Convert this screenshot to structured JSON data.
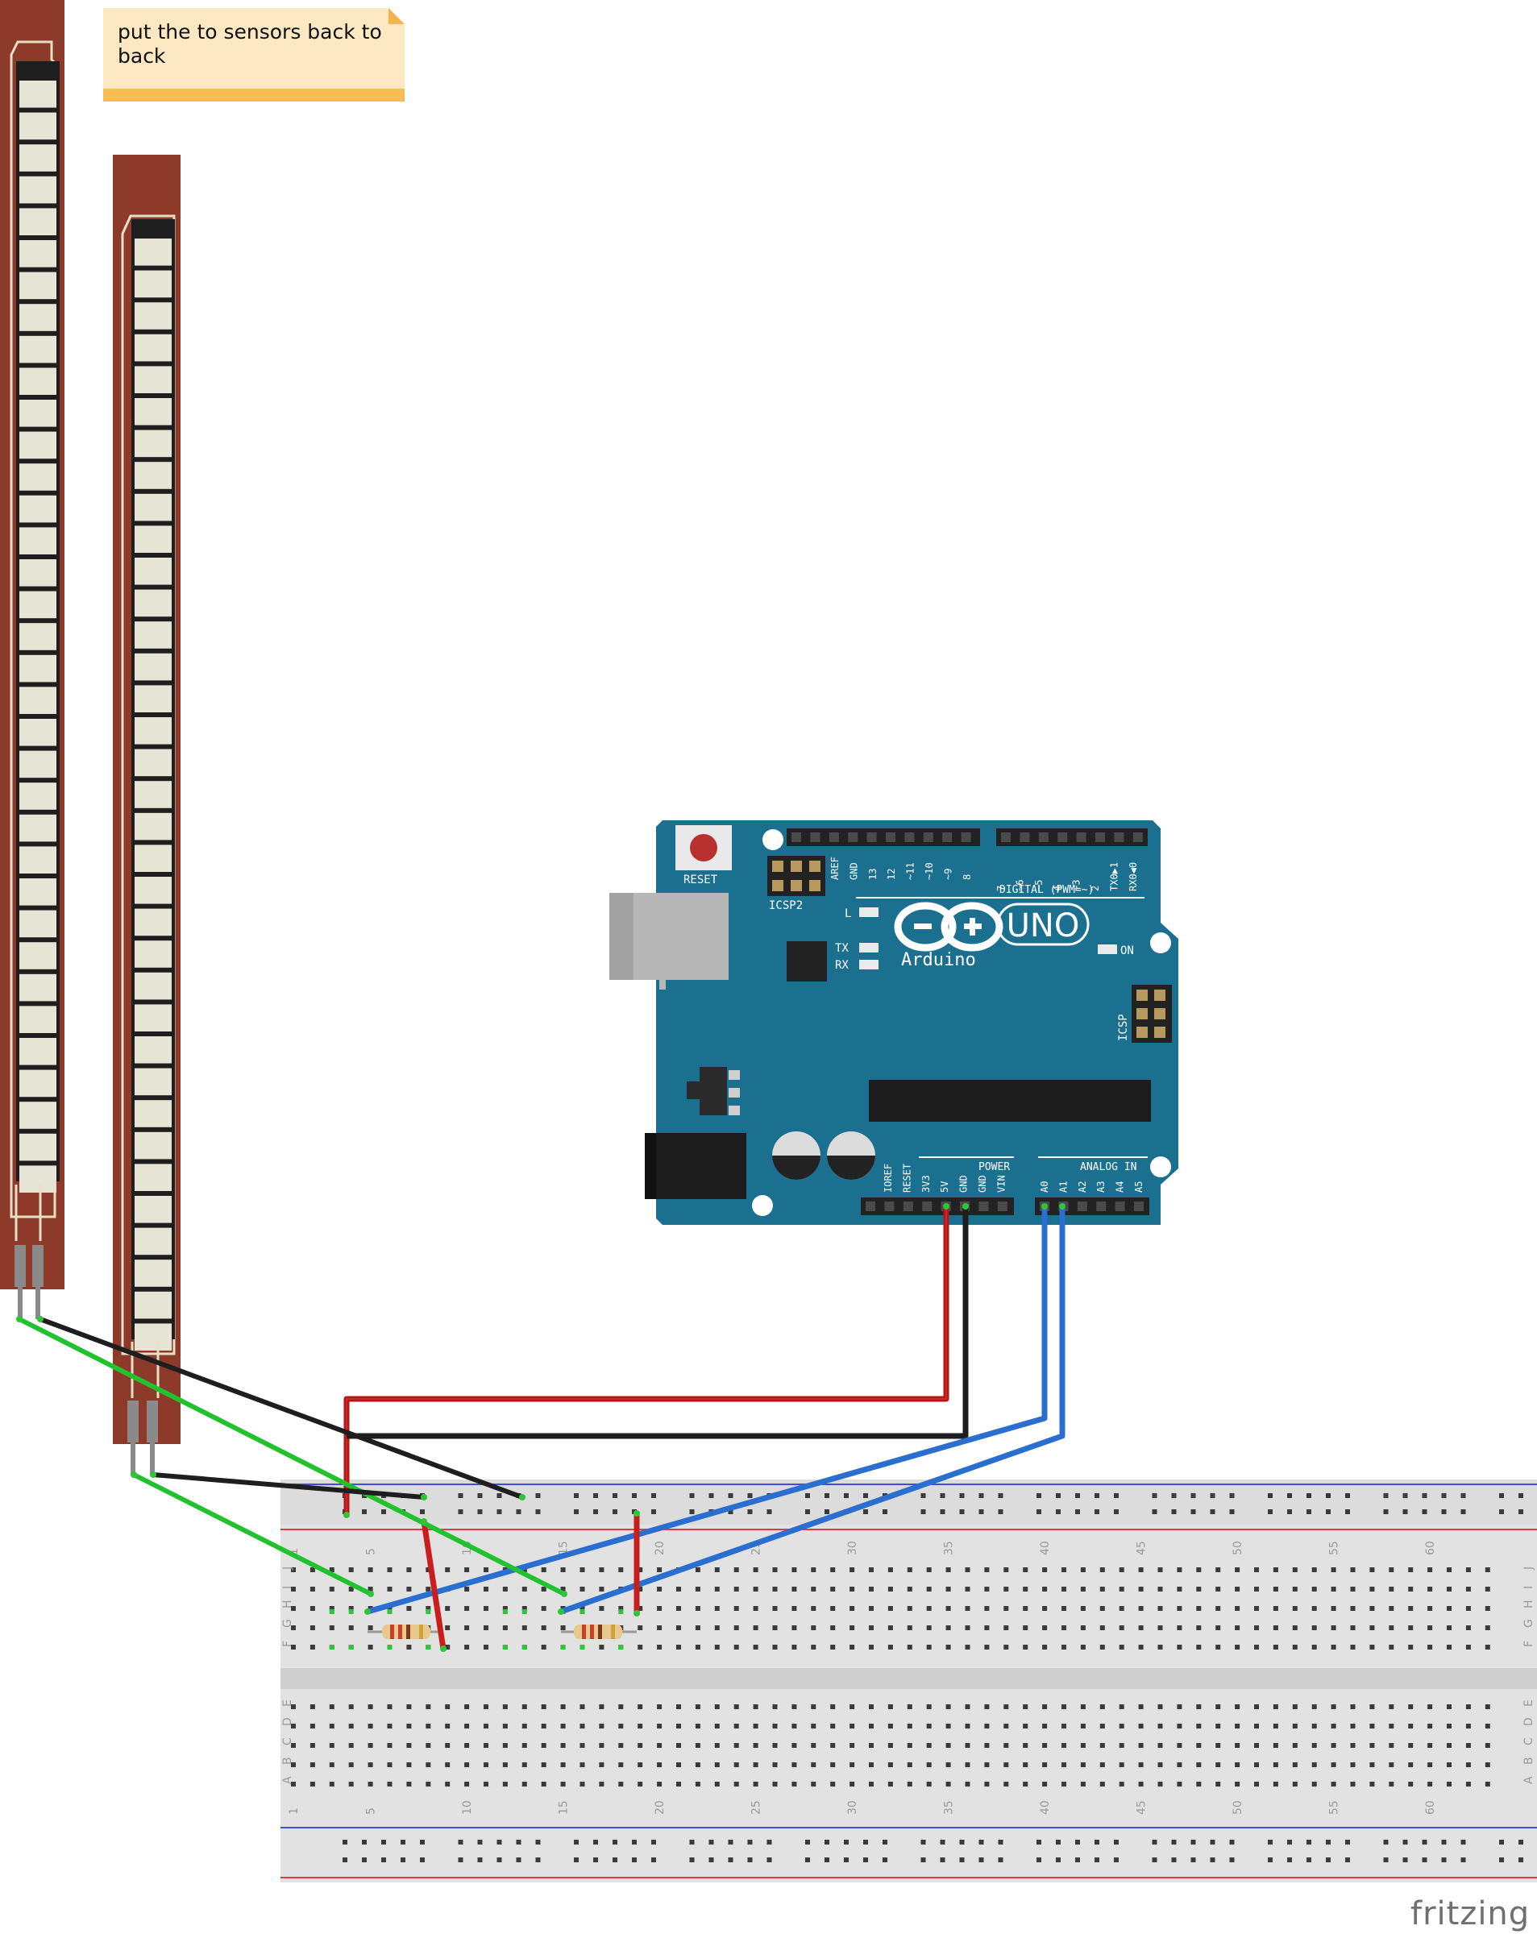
{
  "note": {
    "line1": "put the to sensors back to",
    "line2": "back"
  },
  "arduino": {
    "reset_label": "RESET",
    "icsp2_label": "ICSP2",
    "l_label": "L",
    "tx_label": "TX",
    "rx_label": "RX",
    "on_label": "ON",
    "brand_label": "Arduino",
    "model_label": "UNO",
    "digital_label": "DIGITAL (PWM=~)",
    "icsp_label": "ICSP",
    "power_label": "POWER",
    "analog_label": "ANALOG IN",
    "digital_pins": [
      "AREF",
      "GND",
      "13",
      "12",
      "~11",
      "~10",
      "~9",
      "8",
      "7",
      "~6",
      "~5",
      "4",
      "~3",
      "2",
      "TX0▶1",
      "RX0◀0"
    ],
    "power_pins": [
      "IOREF",
      "RESET",
      "3V3",
      "5V",
      "GND",
      "GND",
      "VIN"
    ],
    "analog_pins": [
      "A0",
      "A1",
      "A2",
      "A3",
      "A4",
      "A5"
    ]
  },
  "breadboard": {
    "column_numbers": [
      "1",
      "5",
      "10",
      "15",
      "20",
      "25",
      "30",
      "35",
      "40",
      "45",
      "50",
      "55",
      "60"
    ],
    "top_row_letters": [
      "J",
      "I",
      "H",
      "G",
      "F"
    ],
    "bottom_row_letters": [
      "E",
      "D",
      "C",
      "B",
      "A"
    ]
  },
  "wire_colors": {
    "power": "#cc1f1f",
    "ground": "#1e1e1e",
    "signal": "#2a6fd0",
    "sensor": "#22c22e"
  },
  "watermark": "fritzing"
}
